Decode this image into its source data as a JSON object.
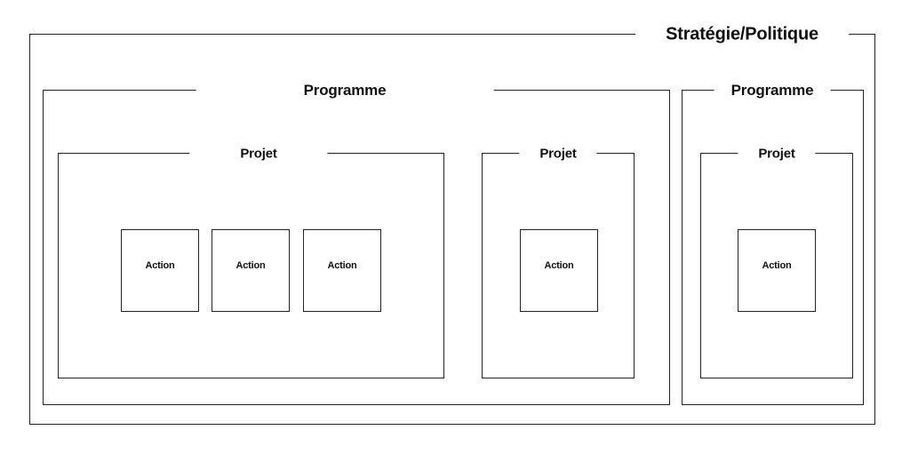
{
  "strategy": {
    "title": "Stratégie/Politique"
  },
  "programmes": [
    {
      "title": "Programme",
      "projets": [
        {
          "title": "Projet",
          "actions": [
            "Action",
            "Action",
            "Action"
          ]
        },
        {
          "title": "Projet",
          "actions": [
            "Action"
          ]
        }
      ]
    },
    {
      "title": "Programme",
      "projets": [
        {
          "title": "Projet",
          "actions": [
            "Action"
          ]
        }
      ]
    }
  ]
}
